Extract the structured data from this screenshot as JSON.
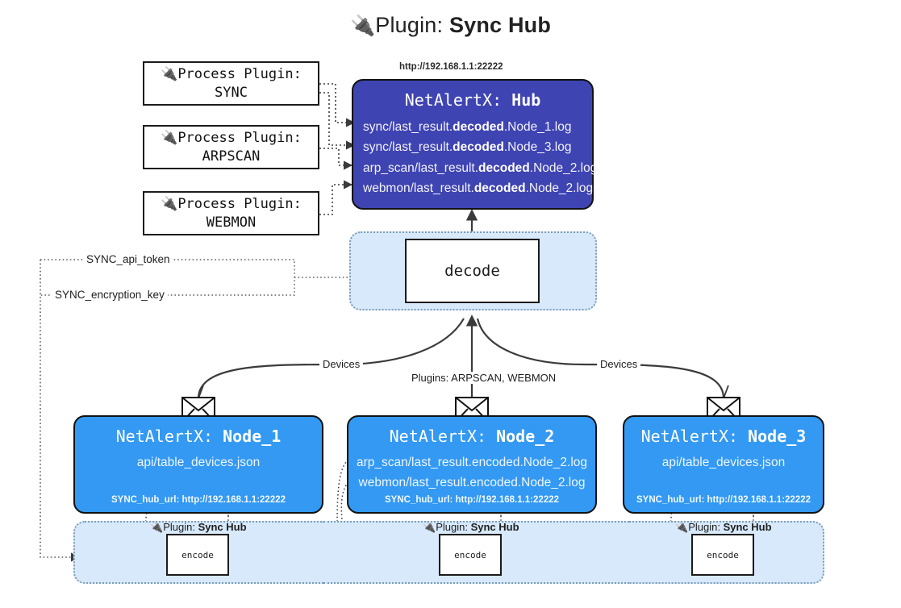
{
  "title": {
    "icon": "plug-icon",
    "prefix": "Plugin: ",
    "name": "Sync Hub"
  },
  "process_plugins": [
    {
      "line1": "Process Plugin:",
      "line2": "SYNC",
      "icon": "plug-icon"
    },
    {
      "line1": "Process Plugin:",
      "line2": "ARPSCAN",
      "icon": "plug-icon"
    },
    {
      "line1": "Process Plugin:",
      "line2": "WEBMON",
      "icon": "plug-icon"
    }
  ],
  "hub": {
    "url": "http://192.168.1.1:22222",
    "title_prefix": "NetAlertX: ",
    "title_name": "Hub",
    "logs": [
      {
        "pre": "sync/last_result.",
        "mid": "decoded",
        "post": ".Node_1.log"
      },
      {
        "pre": "sync/last_result.",
        "mid": "decoded",
        "post": ".Node_3.log"
      },
      {
        "pre": "arp_scan/last_result.",
        "mid": "decoded",
        "post": ".Node_2.log"
      },
      {
        "pre": "webmon/last_result.",
        "mid": "decoded",
        "post": ".Node_2.log"
      }
    ]
  },
  "decode": {
    "label": "decode"
  },
  "tokens": {
    "api_token": "SYNC_api_token",
    "encryption_key": "SYNC_encryption_key"
  },
  "edge_labels": {
    "devices_left": "Devices",
    "plugins_middle": "Plugins: ARPSCAN, WEBMON",
    "devices_right": "Devices"
  },
  "nodes": [
    {
      "title_prefix": "NetAlertX: ",
      "title_name": "Node_1",
      "lines": [
        "api/table_devices.json"
      ],
      "footer": "SYNC_hub_url: http://192.168.1.1:22222",
      "plugin_caption_prefix": "Plugin: ",
      "plugin_caption_name": "Sync Hub",
      "encode_label": "encode",
      "envelope_icon": "envelope-icon"
    },
    {
      "title_prefix": "NetAlertX: ",
      "title_name": "Node_2",
      "lines": [
        "arp_scan/last_result.encoded.Node_2.log",
        "webmon/last_result.encoded.Node_2.log"
      ],
      "footer": "SYNC_hub_url: http://192.168.1.1:22222",
      "plugin_caption_prefix": "Plugin: ",
      "plugin_caption_name": "Sync Hub",
      "encode_label": "encode",
      "envelope_icon": "envelope-icon"
    },
    {
      "title_prefix": "NetAlertX: ",
      "title_name": "Node_3",
      "lines": [
        "api/table_devices.json"
      ],
      "footer": "SYNC_hub_url: http://192.168.1.1:22222",
      "plugin_caption_prefix": "Plugin: ",
      "plugin_caption_name": "Sync Hub",
      "encode_label": "encode",
      "envelope_icon": "envelope-icon"
    }
  ],
  "colors": {
    "hub_fill": "#3f44b3",
    "node_fill": "#3399f3",
    "container_fill": "#d7e9fa",
    "container_border": "#7c9cb8",
    "stroke": "#3b3b3b"
  }
}
